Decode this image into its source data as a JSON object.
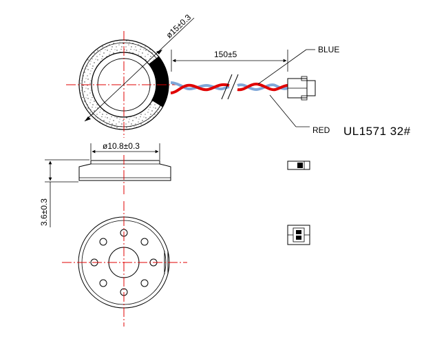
{
  "dimensions": {
    "outer_diameter": "ø15±0.3",
    "cable_length": "150±5",
    "inner_diameter": "ø10.8±0.3",
    "thickness": "3.6±0.3"
  },
  "wire_labels": {
    "blue": "BLUE",
    "red": "RED"
  },
  "cable_spec": "UL1571  32#",
  "colors": {
    "centerline": "#e00000",
    "wire_red": "#e00000",
    "wire_blue": "#7fa7d8",
    "ink": "#000000"
  }
}
